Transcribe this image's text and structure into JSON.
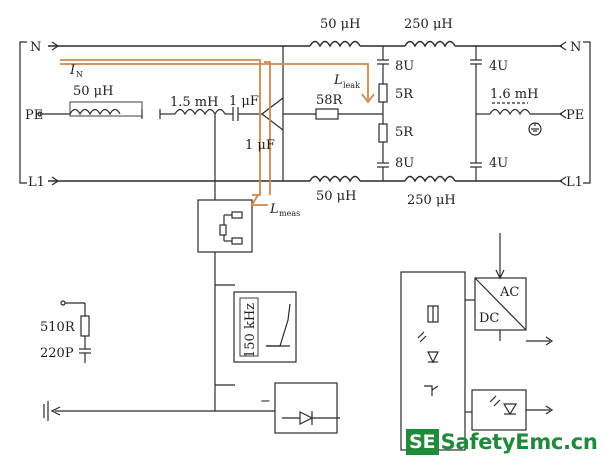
{
  "rails": {
    "n_left": "N",
    "n_right": "N",
    "pe_left": "PE",
    "pe_right": "PE",
    "l1_left": "L1",
    "l1_right": "L1"
  },
  "currents": {
    "in_main": "I",
    "in_sub": "N",
    "leak_main": "L",
    "leak_sub": "leak",
    "meas_main": "L",
    "meas_sub": "meas"
  },
  "components": {
    "ind_n_1": "50 μH",
    "ind_n_2": "250 μH",
    "ind_l_1": "50 μH",
    "ind_l_2": "250 μH",
    "ind_pe_left": "50 μH",
    "ind_pe_1": "1.5 mH",
    "ind_pe_right": "1.6 mH",
    "cap_pe_1": "1 μF",
    "cap_pe_2": "1 μF",
    "res_58": "58R",
    "cap_8u_top": "8U",
    "cap_8u_bot": "8U",
    "res_5r_top": "5R",
    "res_5r_bot": "5R",
    "cap_4u_top": "4U",
    "cap_4u_bot": "4U",
    "res_510": "510R",
    "cap_220p": "220P",
    "filter_freq": "150 kHz",
    "ac_label": "AC",
    "dc_label": "DC",
    "minus_sign": "−"
  },
  "brand": {
    "mark": "SE",
    "text": "SafetyEmc.cn"
  },
  "colors": {
    "wire": "#2b2b2b",
    "current_path": "#d2874b",
    "brand_green": "#1f8a3a"
  }
}
